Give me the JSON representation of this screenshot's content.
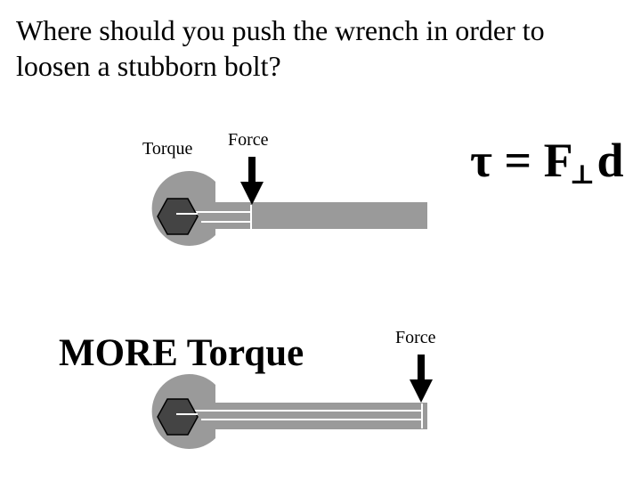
{
  "title_lines": [
    "Where should you push the wrench in order to",
    "loosen a stubborn bolt?"
  ],
  "top_diagram": {
    "torque_label": "Torque",
    "force_label": "Force"
  },
  "bottom_diagram": {
    "heading": "MORE Torque",
    "force_label": "Force"
  },
  "formula": {
    "tau": "τ",
    "equals": "=",
    "force": "F",
    "perp": "⊥",
    "distance": "d"
  },
  "colors": {
    "wrench_gray": "#9a9a9a",
    "bolt_dark": "#444444",
    "arrow": "#000000"
  }
}
